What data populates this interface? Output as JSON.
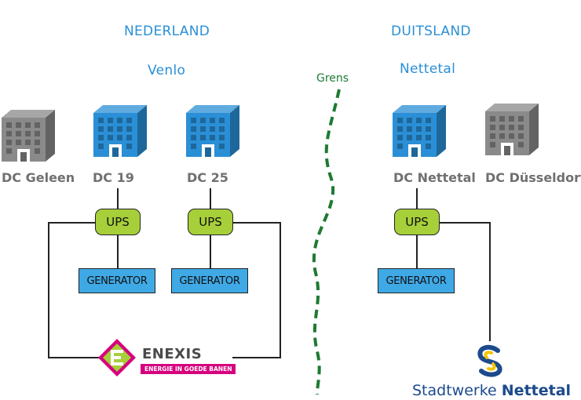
{
  "headings": {
    "country_left": "NEDERLAND",
    "country_right": "DUITSLAND",
    "city_left": "Venlo",
    "city_right": "Nettetal",
    "border": "Grens"
  },
  "datacenters": [
    {
      "label": "DC Geleen",
      "color": "#8a8a8a"
    },
    {
      "label": "DC 19",
      "color": "#2a8fd6"
    },
    {
      "label": "DC 25",
      "color": "#2a8fd6"
    },
    {
      "label": "DC Nettetal",
      "color": "#2a8fd6"
    },
    {
      "label": "DC Düsseldorf",
      "color": "#8a8a8a"
    }
  ],
  "ups_label": "UPS",
  "generator_label": "GENERATOR",
  "logos": {
    "enexis_name": "ENEXIS",
    "enexis_tagline": "ENERGIE IN GOEDE BANEN",
    "stadtwerke_prefix": "Stadtwerke",
    "stadtwerke_name": "Nettetal"
  },
  "colors": {
    "accent_blue": "#2a8fd6",
    "ups_green": "#a6cf3a",
    "generator_blue": "#3fa9e6",
    "border_green": "#1e7a32",
    "enexis_magenta": "#d6007e",
    "stadtwerke_blue": "#1c4a8c"
  }
}
